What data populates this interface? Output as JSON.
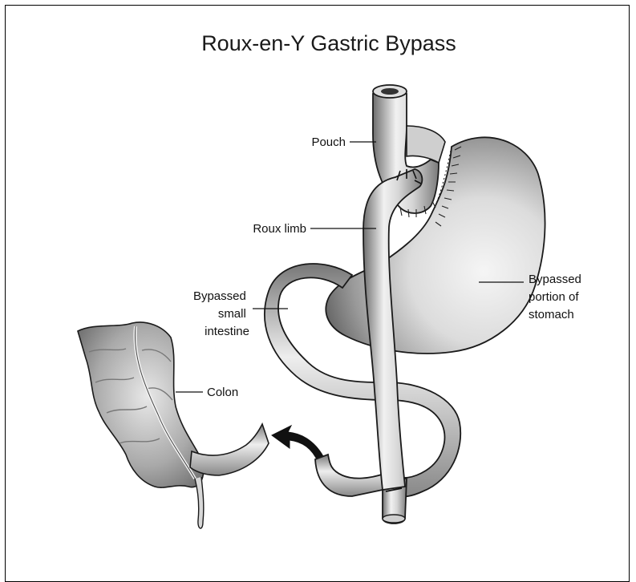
{
  "diagram": {
    "title": "Roux-en-Y Gastric Bypass",
    "labels": {
      "pouch": "Pouch",
      "roux_limb": "Roux limb",
      "bypassed_small_intestine": [
        "Bypassed",
        "small",
        "intestine"
      ],
      "bypassed_stomach": [
        "Bypassed",
        "portion of",
        "stomach"
      ],
      "colon": "Colon"
    },
    "colors": {
      "outline": "#1a1a1a",
      "tissue_light": "#f1f1f1",
      "tissue_mid": "#bdbdbd",
      "tissue_dark": "#6e6e6e",
      "arrow": "#111111"
    }
  }
}
